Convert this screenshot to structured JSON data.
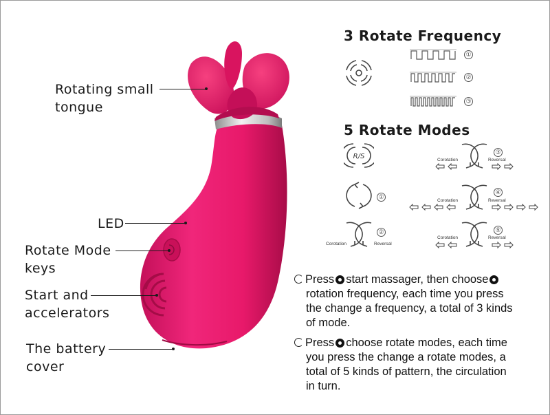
{
  "callouts": {
    "tongue": [
      "Rotating small",
      "tongue"
    ],
    "led": "LED",
    "mode_keys": [
      "Rotate Mode",
      "keys"
    ],
    "start": [
      "Start and",
      "accelerators"
    ],
    "battery": [
      "The battery",
      "cover"
    ]
  },
  "frequency": {
    "title": "3 Rotate Frequency",
    "levels": [
      "①",
      "②",
      "③"
    ]
  },
  "modes": {
    "title": "5 Rotate Modes",
    "icon_text": "R/S",
    "numbers": [
      "①",
      "②",
      "③",
      "④",
      "⑤"
    ],
    "corotation": "Corotation",
    "reversal": "Reversal"
  },
  "instructions": {
    "p1_a": "Press",
    "p1_b": "start massager, then choose",
    "p1_c": "rotation frequency, each time you press",
    "p1_d": "the change a frequency, a total of 3 kinds",
    "p1_e": "of mode.",
    "p2_a": "Press",
    "p2_b": "choose rotate modes, each time",
    "p2_c": "you press the change a rotate modes, a",
    "p2_d": "total of 5 kinds of pattern, the circulation",
    "p2_e": "in turn."
  },
  "colors": {
    "product": "#e8196a",
    "product_dark": "#b80f4f",
    "ring": "#c9c9c9"
  }
}
